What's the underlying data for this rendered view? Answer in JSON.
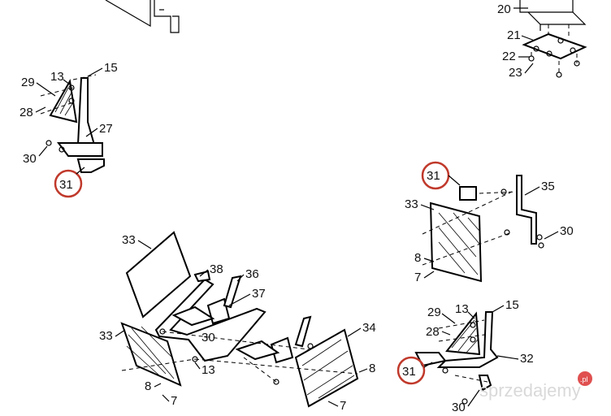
{
  "labels": {
    "l20": "20",
    "l21": "21",
    "l22": "22",
    "l23": "23",
    "l29a": "29",
    "l13a": "13",
    "l15a": "15",
    "l28a": "28",
    "l27": "27",
    "l30a": "30",
    "l31a": "31",
    "l31b": "31",
    "l35": "35",
    "l33a": "33",
    "l30b": "30",
    "l8a": "8",
    "l7a": "7",
    "l33b": "33",
    "l38": "38",
    "l36": "36",
    "l37": "37",
    "l33c": "33",
    "l30c": "30",
    "l34": "34",
    "l13b": "13",
    "l8b": "8",
    "l7b": "7",
    "l8c": "8",
    "l7c": "7",
    "l29b": "29",
    "l13c": "13",
    "l15b": "15",
    "l28b": "28",
    "l32": "32",
    "l31c": "31",
    "l30d": "30"
  },
  "watermark": "sprzedajemy",
  "watermark_suffix": ".pl",
  "highlight_color": "#c0392b"
}
